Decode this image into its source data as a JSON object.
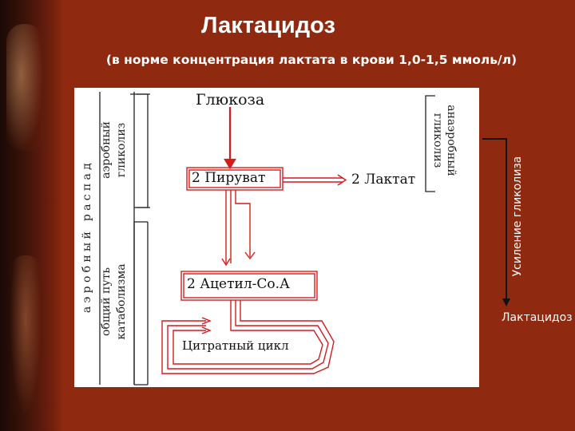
{
  "title": "Лактацидоз",
  "subtitle": "(в норме концентрация лактата в крови 1,0-1,5 ммоль/л)",
  "diagram": {
    "left_labels": {
      "aerobic_breakdown": "аэробный распад",
      "common_path": "общий путь",
      "catabolism": "катаболизма",
      "aerobic": "аэробный",
      "glycolysis": "гликолиз"
    },
    "right_labels": {
      "anaerobic": "анаэробный",
      "glycolysis": "гликолиз"
    },
    "nodes": {
      "glucose": "Глюкоза",
      "pyruvate": "2 Пируват",
      "lactate": "2 Лактат",
      "acetyl_coa": "2 Ацетил-Со.А",
      "citrate_cycle": "Цитратный цикл"
    }
  },
  "external": {
    "glycolysis_increase": "Усиление гликолиза",
    "lactic_acidosis": "Лактацидоз"
  },
  "colors": {
    "background": "#8f2a10",
    "arrow": "#d41c1c",
    "text_light": "#ffffff"
  }
}
